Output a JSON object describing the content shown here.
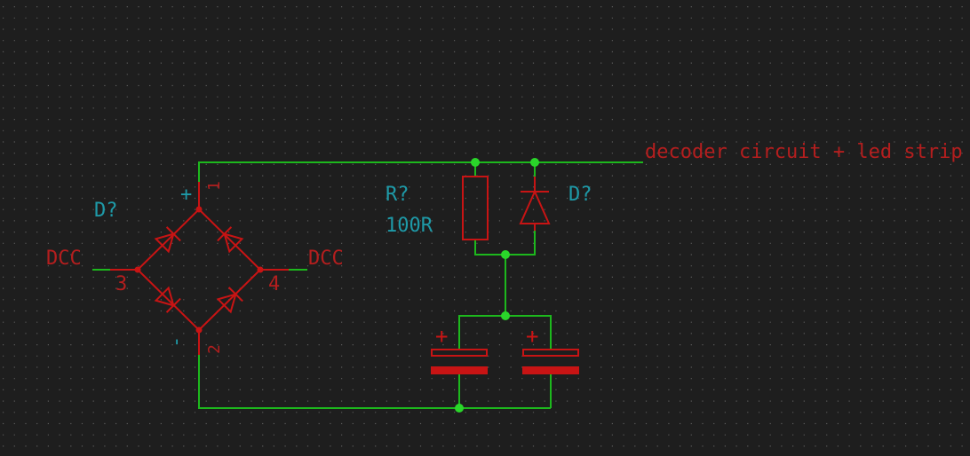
{
  "colors": {
    "background": "#1e1e1e",
    "grid": "#5a5a5a",
    "wire": "#1db81d",
    "junction": "#2ad62a",
    "symbol": "#c81414",
    "ref_label": "#1e9aa8",
    "net_label": "#b41e1e",
    "pin_number": "#b41e1e"
  },
  "net_labels": {
    "power_out": "decoder circuit + led strip",
    "dcc_left": "DCC",
    "dcc_right": "DCC"
  },
  "bridge": {
    "reference": "D?",
    "pins": {
      "top": "1",
      "bottom": "2",
      "left": "3",
      "right": "4"
    },
    "plus_mark": "+",
    "minus_mark": "-"
  },
  "resistor": {
    "reference": "R?",
    "value": "100R"
  },
  "diode": {
    "reference": "D?"
  },
  "capacitors": {
    "left_plus": "+",
    "right_plus": "+"
  }
}
